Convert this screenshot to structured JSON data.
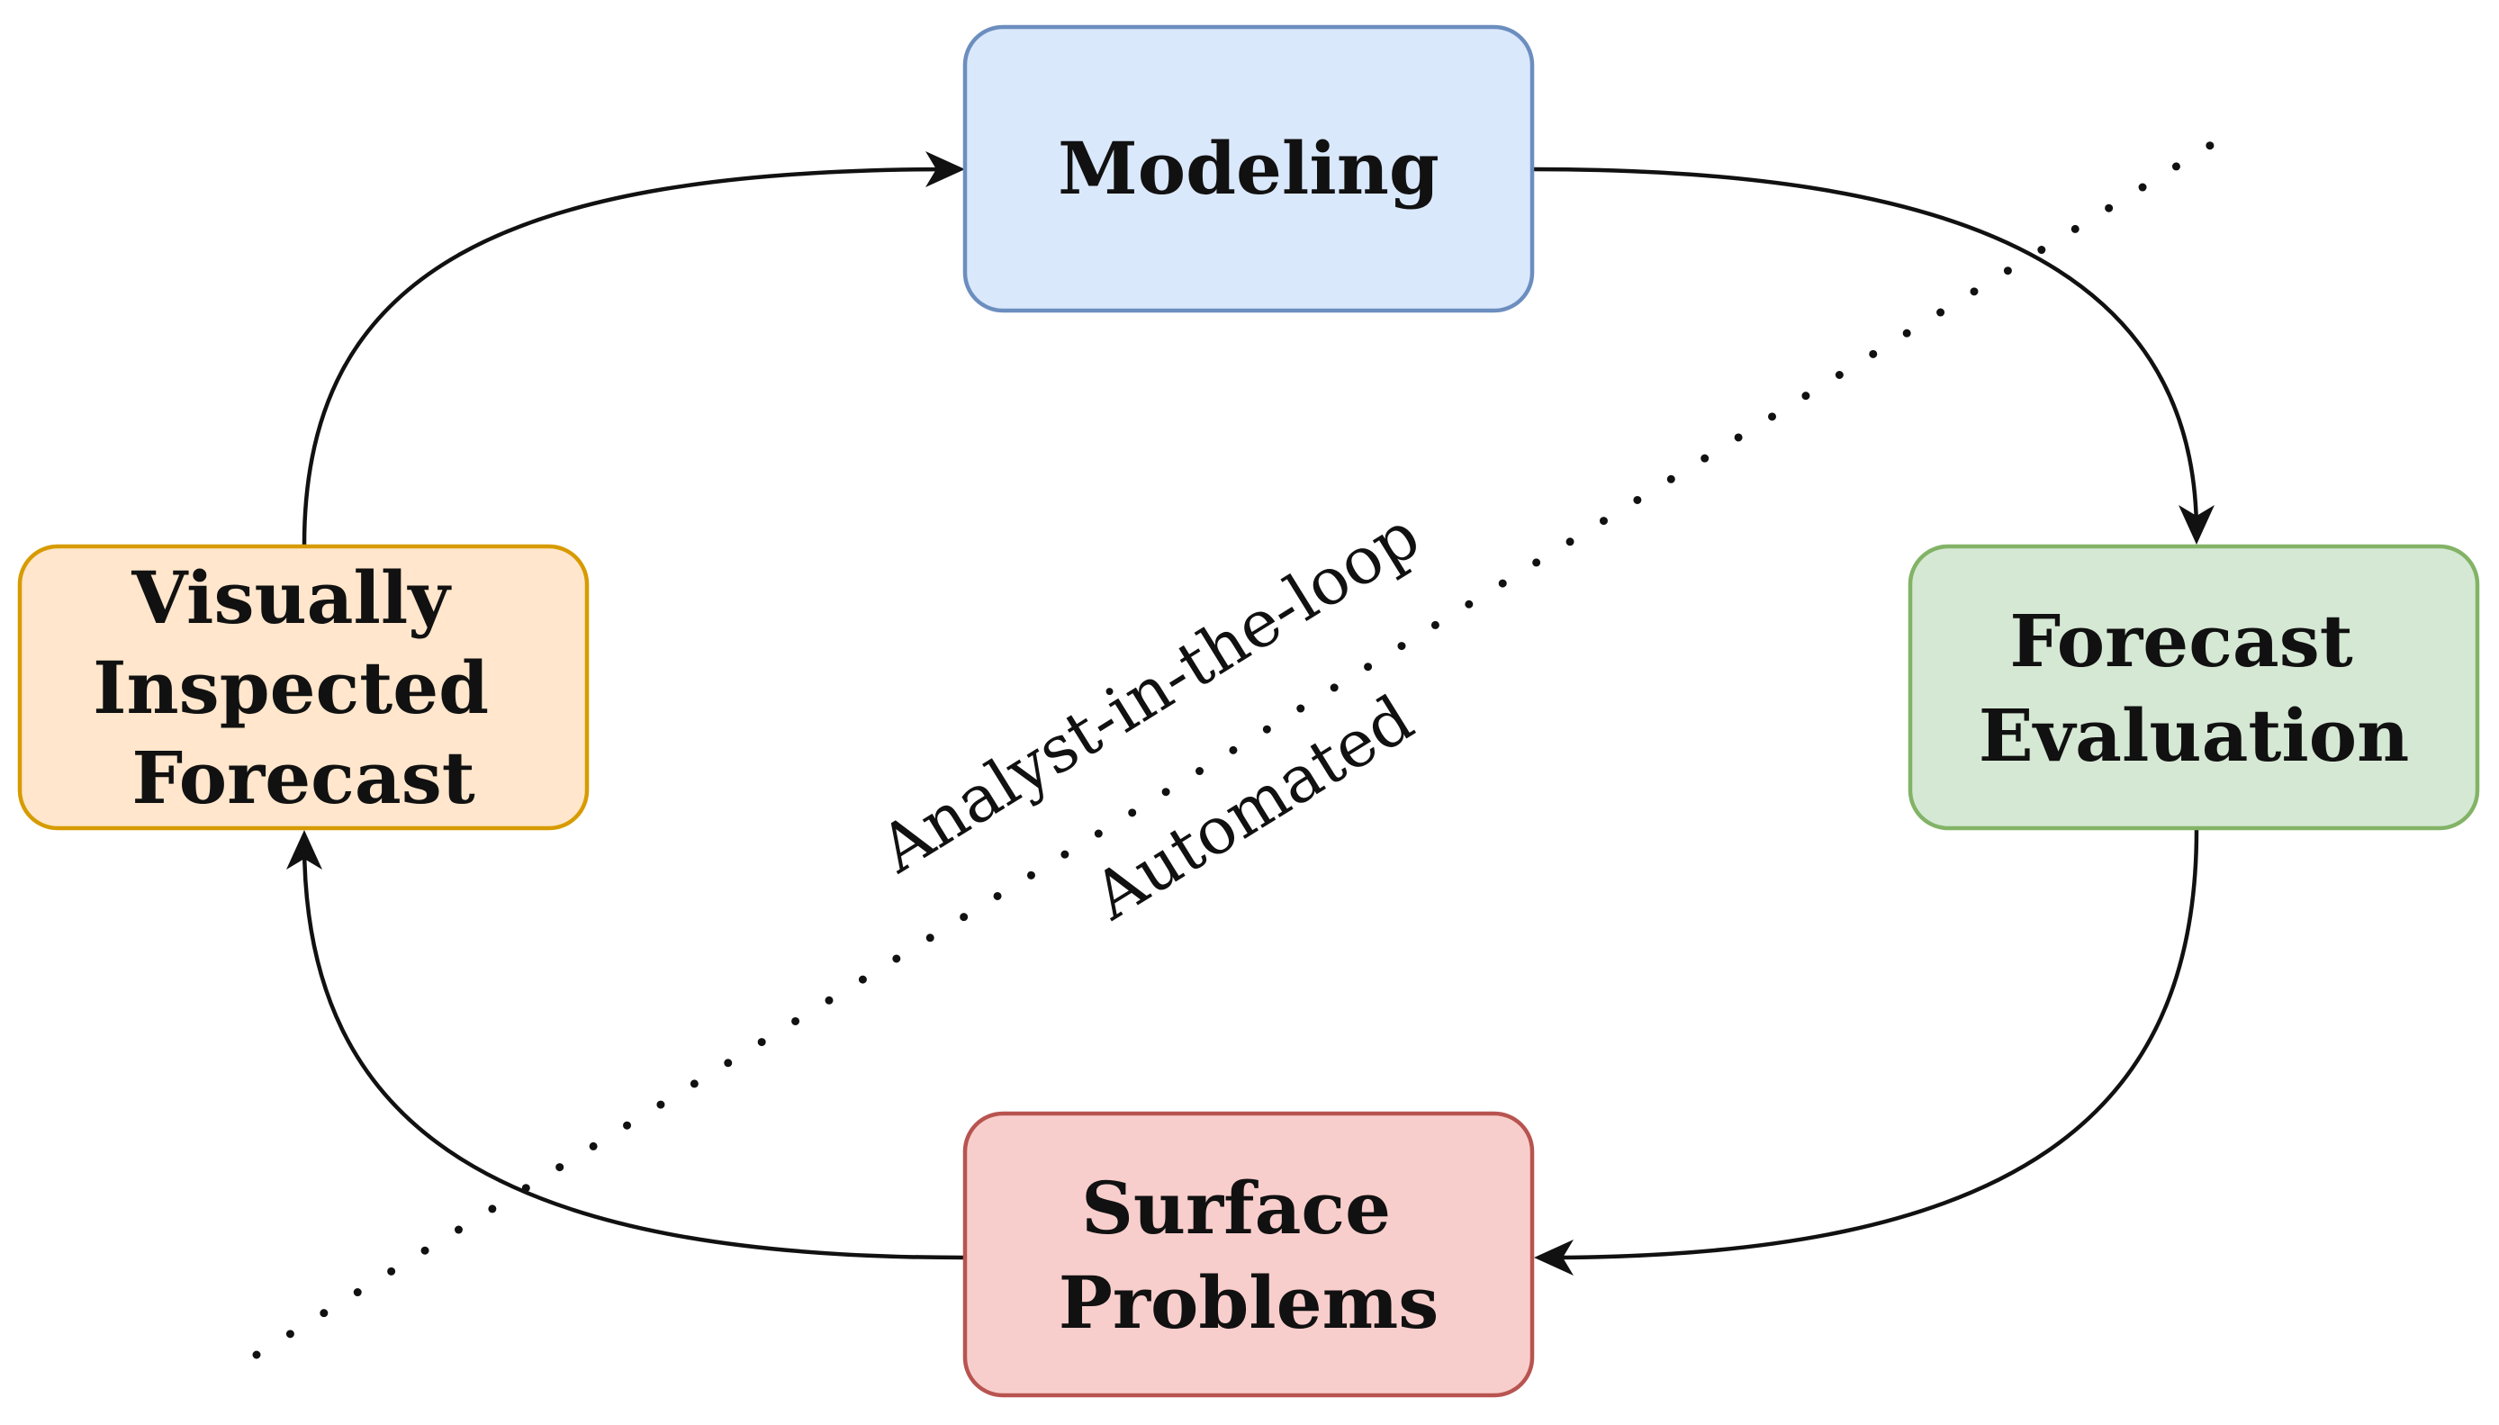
{
  "nodes": {
    "modeling": {
      "lines": [
        "Modeling"
      ],
      "fill": "#dae8fc",
      "stroke": "#6c8ebf"
    },
    "forecast_evaluation": {
      "lines": [
        "Forecast",
        "Evaluation"
      ],
      "fill": "#d5e8d4",
      "stroke": "#82b366"
    },
    "surface_problems": {
      "lines": [
        "Surface",
        "Problems"
      ],
      "fill": "#f8cecc",
      "stroke": "#b85450"
    },
    "visually_inspected_forecast": {
      "lines": [
        "Visually",
        "Inspected",
        "Forecast"
      ],
      "fill": "#ffe6cc",
      "stroke": "#d79b00"
    }
  },
  "regions": {
    "upper_label": "Analyst-in-the-loop",
    "lower_label": "Automated"
  },
  "edges": [
    {
      "from": "Visually Inspected Forecast",
      "to": "Modeling"
    },
    {
      "from": "Modeling",
      "to": "Forecast Evaluation"
    },
    {
      "from": "Forecast Evaluation",
      "to": "Surface Problems"
    },
    {
      "from": "Surface Problems",
      "to": "Visually Inspected Forecast"
    }
  ]
}
